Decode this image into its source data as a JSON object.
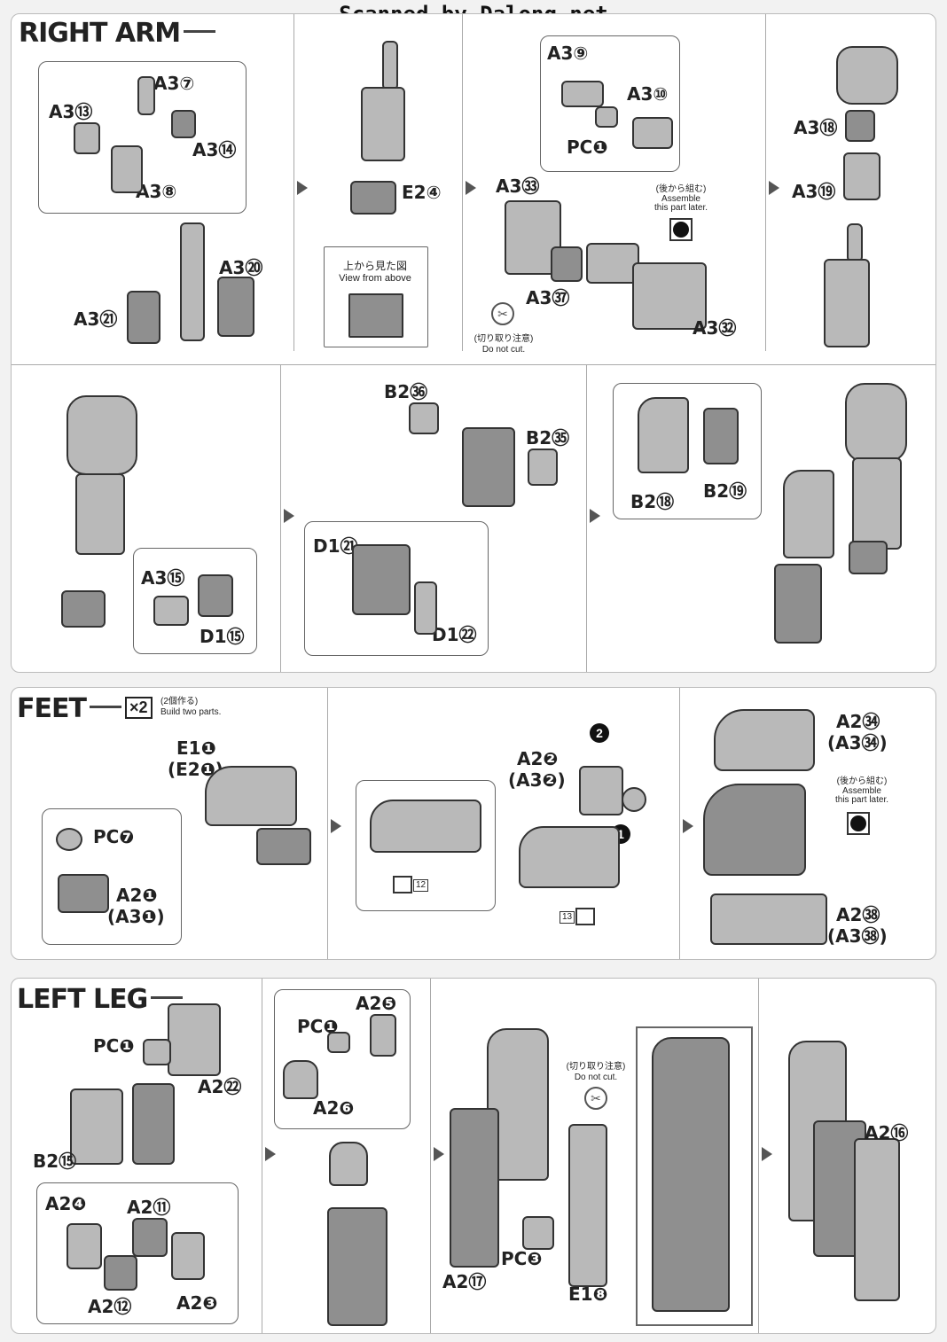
{
  "watermark": "Scanned by Dalong.net",
  "right_arm": {
    "title": "RIGHT ARM",
    "step1": {
      "a3_7": "A3⑦",
      "a3_13": "A3⑬",
      "a3_14": "A3⑭",
      "a3_8": "A3⑧",
      "a3_20": "A3⑳",
      "a3_21": "A3㉑"
    },
    "step2": {
      "e2_4": "E2④",
      "view_jp": "上から見た図",
      "view_en": "View from above"
    },
    "step3": {
      "a3_9": "A3⑨",
      "a3_10": "A3⑩",
      "pc1": "PC❶",
      "a3_33": "A3㉝",
      "a3_37": "A3㊲",
      "a3_32": "A3㉜",
      "later_jp": "(後から組む)",
      "later_en1": "Assemble",
      "later_en2": "this part later.",
      "nocut_jp": "(切り取り注意)",
      "nocut_en": "Do not cut."
    },
    "step4": {
      "a3_18": "A3⑱",
      "a3_19": "A3⑲"
    },
    "step5": {
      "a3_15": "A3⑮",
      "d1_15": "D1⑮"
    },
    "step6": {
      "b2_36": "B2㊱",
      "b2_35": "B2㉟",
      "d1_21": "D1㉑",
      "d1_22": "D1㉒"
    },
    "step7": {
      "b2_18": "B2⑱",
      "b2_19": "B2⑲"
    }
  },
  "feet": {
    "title": "FEET",
    "x2": "×2",
    "x2_jp": "(2個作る)",
    "x2_en": "Build two parts.",
    "step1": {
      "e1_1": "E1❶",
      "e2_1": "(E2❶)",
      "pc7": "PC❼",
      "a2_1": "A2❶",
      "a3_1": "(A3❶)"
    },
    "step2": {
      "ref12": "12",
      "ref13": "13",
      "a2_2": "A2❷",
      "a3_2": "(A3❷)",
      "n1": "1",
      "n2": "2"
    },
    "step3": {
      "a2_34": "A2㉞",
      "a3_34": "(A3㉞)",
      "later_jp": "(後から組む)",
      "later_en1": "Assemble",
      "later_en2": "this part later.",
      "a2_38": "A2㊳",
      "a3_38": "(A3㊳)"
    }
  },
  "left_leg": {
    "title": "LEFT LEG",
    "step1": {
      "pc1": "PC❶",
      "a2_22": "A2㉒",
      "b2_15": "B2⑮",
      "a2_4": "A2❹",
      "a2_11": "A2⑪",
      "a2_12": "A2⑫",
      "a2_3": "A2❸"
    },
    "step2": {
      "pc1": "PC❶",
      "a2_5": "A2❺",
      "a2_6": "A2❻"
    },
    "step3": {
      "nocut_jp": "(切り取り注意)",
      "nocut_en": "Do not cut.",
      "pc3": "PC❸",
      "a2_17": "A2⑰",
      "e1_8": "E1❽"
    },
    "step4": {
      "a2_16": "A2⑯"
    }
  }
}
